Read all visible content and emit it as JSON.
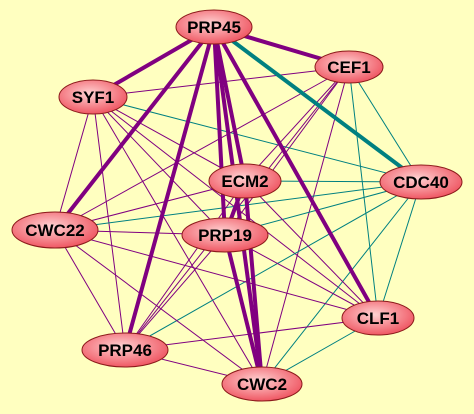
{
  "diagram": {
    "background": "#ffffc0",
    "node_fill_center": "#ffd2d2",
    "node_fill_edge": "#ee4d5a",
    "edge_colors": {
      "purple": "#800080",
      "teal": "#008080"
    },
    "nodes": [
      {
        "id": "PRP45",
        "label": "PRP45"
      },
      {
        "id": "CEF1",
        "label": "CEF1"
      },
      {
        "id": "SYF1",
        "label": "SYF1"
      },
      {
        "id": "ECM2",
        "label": "ECM2"
      },
      {
        "id": "CDC40",
        "label": "CDC40"
      },
      {
        "id": "CWC22",
        "label": "CWC22"
      },
      {
        "id": "PRP19",
        "label": "PRP19"
      },
      {
        "id": "CLF1",
        "label": "CLF1"
      },
      {
        "id": "PRP46",
        "label": "PRP46"
      },
      {
        "id": "CWC2",
        "label": "CWC2"
      }
    ],
    "edges": [
      {
        "source": "PRP45",
        "target": "CEF1",
        "color": "purple",
        "strength": "strong"
      },
      {
        "source": "PRP45",
        "target": "CDC40",
        "color": "teal",
        "strength": "strong"
      },
      {
        "source": "PRP45",
        "target": "SYF1",
        "color": "purple",
        "strength": "strong"
      },
      {
        "source": "PRP45",
        "target": "CWC22",
        "color": "purple",
        "strength": "strong"
      },
      {
        "source": "PRP45",
        "target": "PRP46",
        "color": "purple",
        "strength": "strong"
      },
      {
        "source": "PRP45",
        "target": "ECM2",
        "color": "purple",
        "strength": "strong"
      },
      {
        "source": "PRP45",
        "target": "PRP19",
        "color": "purple",
        "strength": "strong"
      },
      {
        "source": "PRP45",
        "target": "CWC2",
        "color": "purple",
        "strength": "strong"
      },
      {
        "source": "PRP45",
        "target": "CLF1",
        "color": "purple",
        "strength": "strong"
      },
      {
        "source": "SYF1",
        "target": "CEF1",
        "color": "purple",
        "strength": "weak"
      },
      {
        "source": "SYF1",
        "target": "CWC22",
        "color": "purple",
        "strength": "weak"
      },
      {
        "source": "SYF1",
        "target": "ECM2",
        "color": "purple",
        "strength": "weak"
      },
      {
        "source": "SYF1",
        "target": "PRP19",
        "color": "purple",
        "strength": "weak"
      },
      {
        "source": "SYF1",
        "target": "PRP46",
        "color": "purple",
        "strength": "weak"
      },
      {
        "source": "SYF1",
        "target": "CWC2",
        "color": "purple",
        "strength": "weak"
      },
      {
        "source": "SYF1",
        "target": "CLF1",
        "color": "purple",
        "strength": "weak"
      },
      {
        "source": "SYF1",
        "target": "CDC40",
        "color": "teal",
        "strength": "weak"
      },
      {
        "source": "CEF1",
        "target": "CDC40",
        "color": "teal",
        "strength": "weak"
      },
      {
        "source": "CEF1",
        "target": "ECM2",
        "color": "purple",
        "strength": "weak"
      },
      {
        "source": "CEF1",
        "target": "PRP19",
        "color": "purple",
        "strength": "weak"
      },
      {
        "source": "CEF1",
        "target": "CWC22",
        "color": "purple",
        "strength": "weak"
      },
      {
        "source": "CEF1",
        "target": "PRP46",
        "color": "purple",
        "strength": "weak"
      },
      {
        "source": "CEF1",
        "target": "CWC2",
        "color": "purple",
        "strength": "weak"
      },
      {
        "source": "CEF1",
        "target": "CLF1",
        "color": "teal",
        "strength": "weak"
      },
      {
        "source": "CDC40",
        "target": "ECM2",
        "color": "teal",
        "strength": "weak"
      },
      {
        "source": "CDC40",
        "target": "CWC22",
        "color": "teal",
        "strength": "weak"
      },
      {
        "source": "CDC40",
        "target": "PRP19",
        "color": "teal",
        "strength": "weak"
      },
      {
        "source": "CDC40",
        "target": "PRP46",
        "color": "teal",
        "strength": "weak"
      },
      {
        "source": "CDC40",
        "target": "CWC2",
        "color": "teal",
        "strength": "weak"
      },
      {
        "source": "CDC40",
        "target": "CLF1",
        "color": "teal",
        "strength": "weak"
      },
      {
        "source": "ECM2",
        "target": "PRP19",
        "color": "purple",
        "strength": "strong"
      },
      {
        "source": "ECM2",
        "target": "CWC22",
        "color": "purple",
        "strength": "weak"
      },
      {
        "source": "ECM2",
        "target": "PRP46",
        "color": "purple",
        "strength": "weak"
      },
      {
        "source": "ECM2",
        "target": "CWC2",
        "color": "purple",
        "strength": "strong"
      },
      {
        "source": "ECM2",
        "target": "CLF1",
        "color": "purple",
        "strength": "weak"
      },
      {
        "source": "CWC22",
        "target": "PRP19",
        "color": "purple",
        "strength": "weak"
      },
      {
        "source": "CWC22",
        "target": "PRP46",
        "color": "purple",
        "strength": "weak"
      },
      {
        "source": "CWC22",
        "target": "CWC2",
        "color": "purple",
        "strength": "weak"
      },
      {
        "source": "CWC22",
        "target": "CLF1",
        "color": "purple",
        "strength": "weak"
      },
      {
        "source": "PRP19",
        "target": "PRP46",
        "color": "purple",
        "strength": "weak"
      },
      {
        "source": "PRP19",
        "target": "CWC2",
        "color": "purple",
        "strength": "strong"
      },
      {
        "source": "PRP19",
        "target": "CLF1",
        "color": "purple",
        "strength": "weak"
      },
      {
        "source": "PRP46",
        "target": "CWC2",
        "color": "purple",
        "strength": "weak"
      },
      {
        "source": "PRP46",
        "target": "CLF1",
        "color": "purple",
        "strength": "weak"
      },
      {
        "source": "CWC2",
        "target": "CLF1",
        "color": "teal",
        "strength": "weak"
      }
    ]
  }
}
